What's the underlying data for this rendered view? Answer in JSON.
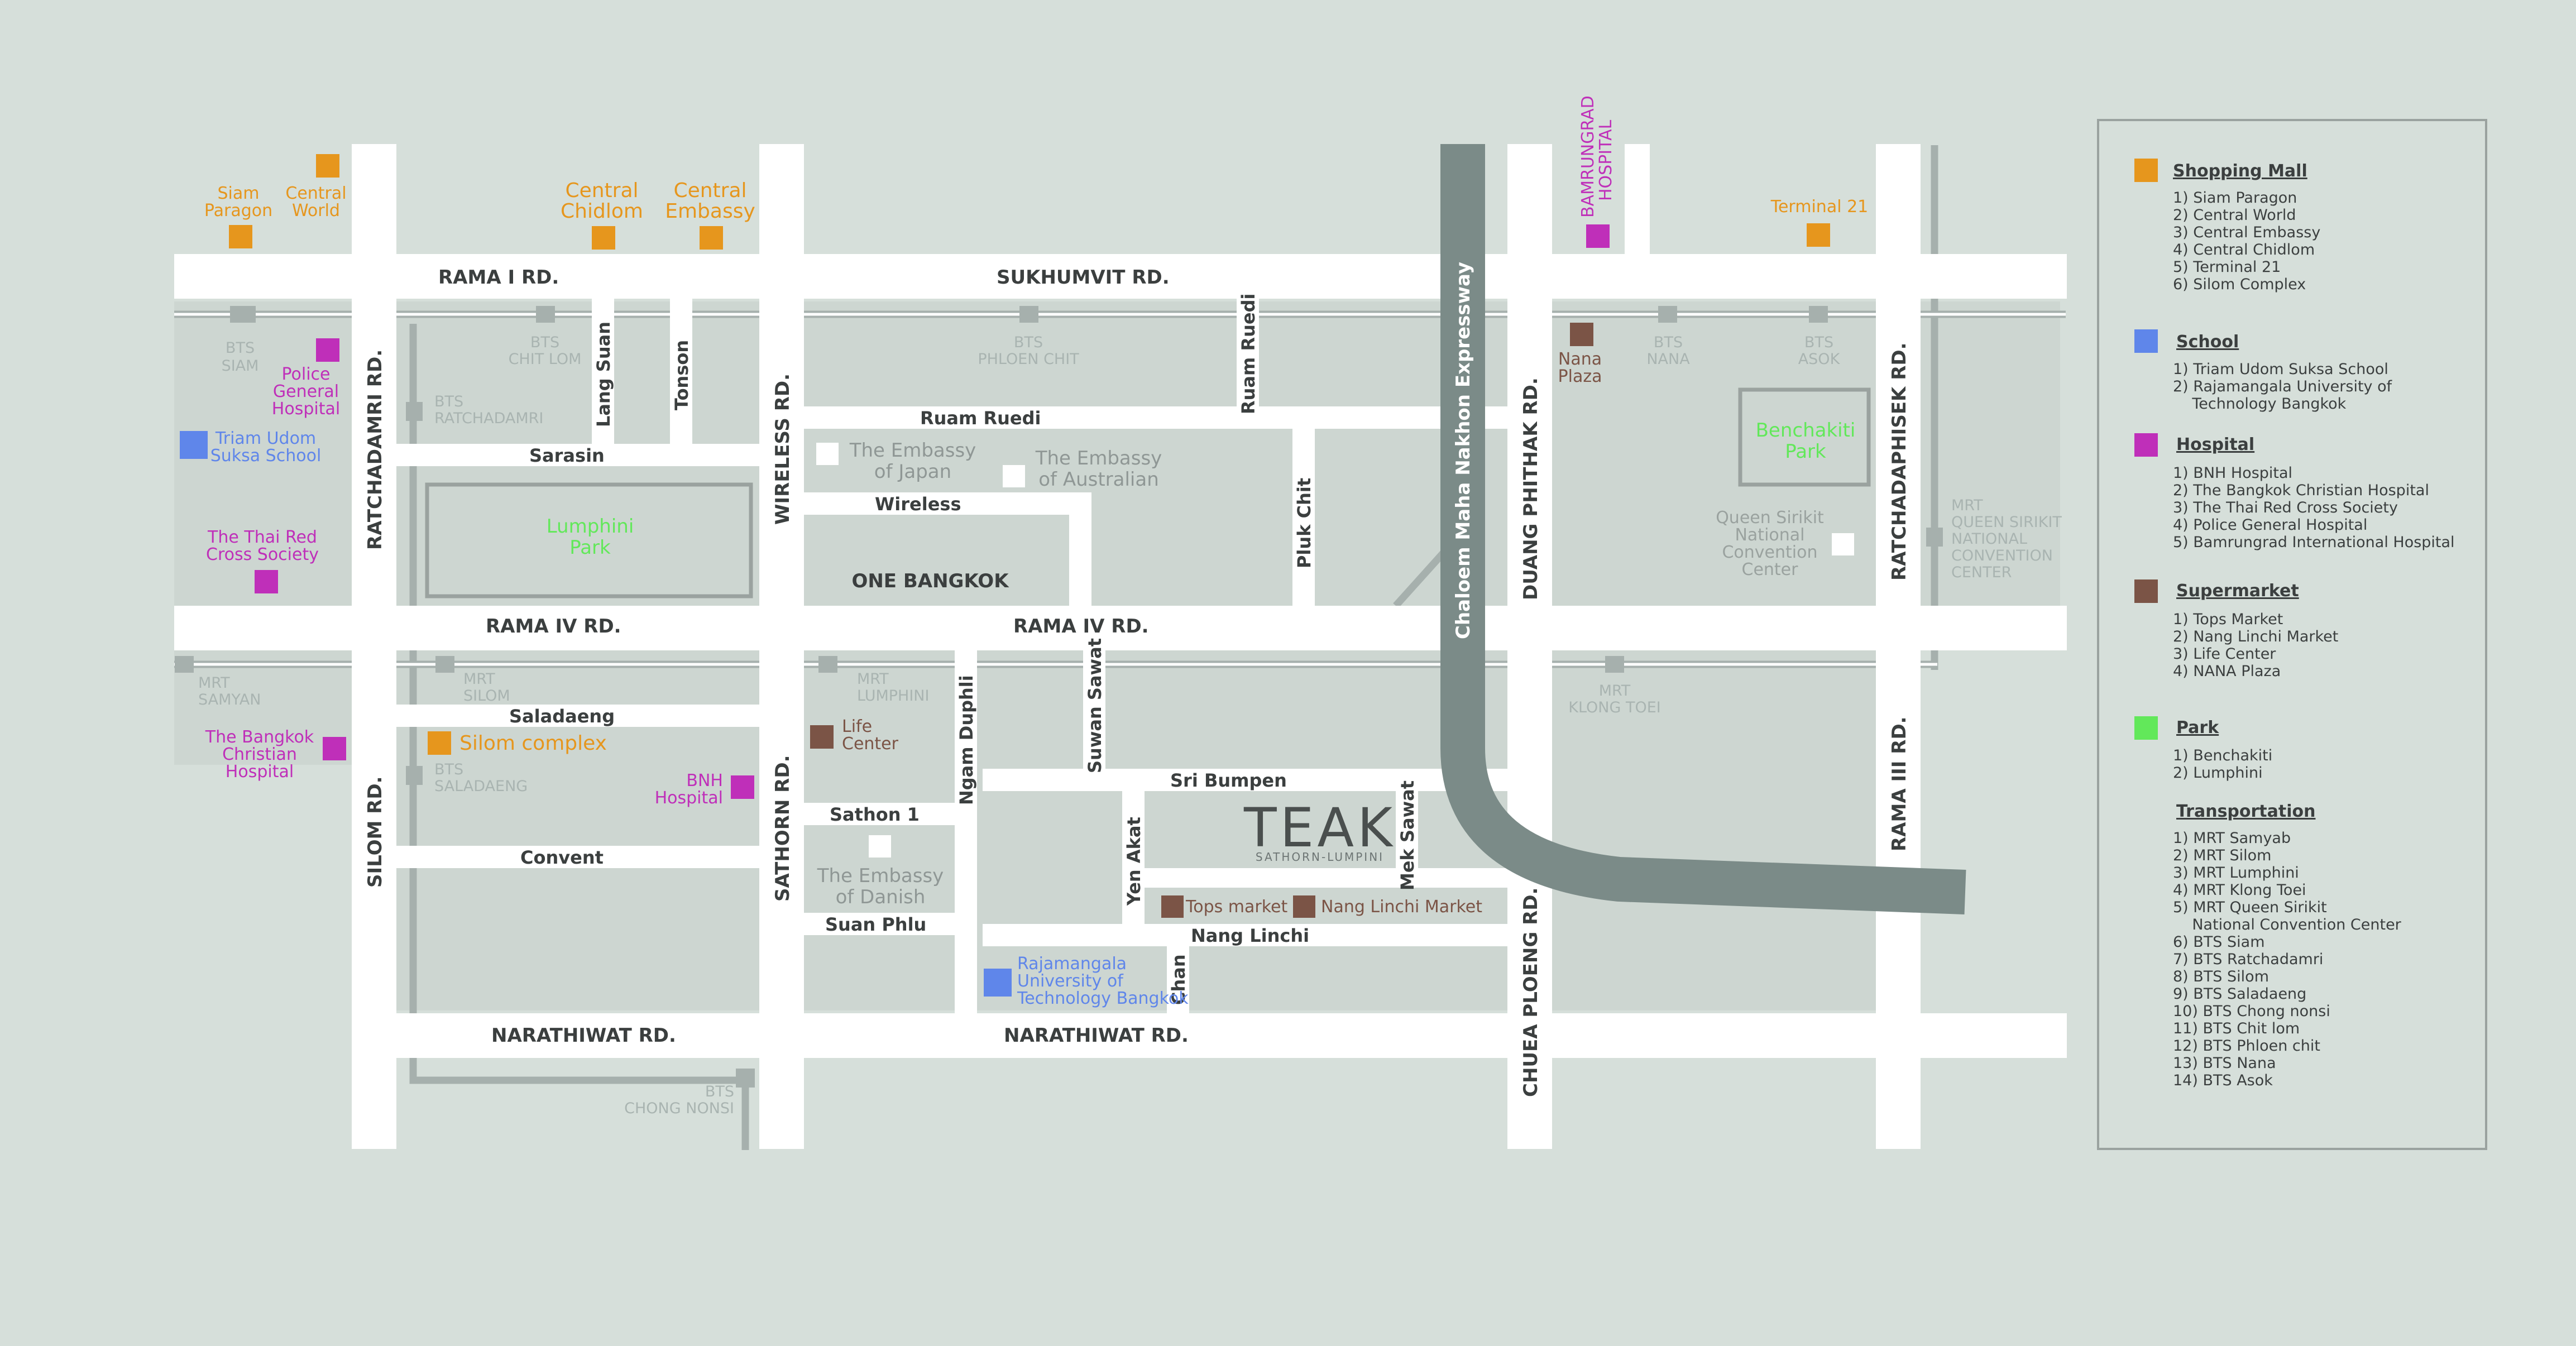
{
  "roads": {
    "rama1": "RAMA I RD.",
    "sukhumvit": "SUKHUMVIT RD.",
    "rama4_left": "RAMA IV RD.",
    "rama4_right": "RAMA IV RD.",
    "narathiwat_left": "NARATHIWAT RD.",
    "narathiwat_right": "NARATHIWAT RD.",
    "ratchadamri": "RATCHADAMRI RD.",
    "silom": "SILOM RD.",
    "wireless_rd": "WIRELESS RD.",
    "sathorn": "SATHORN RD.",
    "duang_phithak": "DUANG PHITHAK RD.",
    "chuea_ploeng": "CHUEA PLOENG RD.",
    "ratchadaphisek": "RATCHADAPHISEK RD.",
    "rama3": "RAMA III RD.",
    "expressway": "Chaloem Maha Nakhon Expressway",
    "lang_suan": "Lang Suan",
    "tonson": "Tonson",
    "sarasin": "Sarasin",
    "ruam_ruedi_h": "Ruam Ruedi",
    "ruam_ruedi_v": "Ruam Ruedi",
    "wireless": "Wireless",
    "pluk_chit": "Pluk Chit",
    "saladaeng": "Saladaeng",
    "convent": "Convent",
    "ngam_duphli": "Ngam Duphli",
    "suwan_sawat": "Suwan Sawat",
    "sri_bumpen": "Sri Bumpen",
    "sathon1": "Sathon 1",
    "suan_phlu": "Suan Phlu",
    "yen_akat": "Yen Akat",
    "mek_sawat": "Mek Sawat",
    "nang_linchi": "Nang Linchi",
    "chan": "Chan"
  },
  "places": {
    "one_bangkok": "ONE BANGKOK",
    "embassy_japan": [
      "The Embassy",
      "of Japan"
    ],
    "embassy_australian": [
      "The Embassy",
      "of Australian"
    ],
    "embassy_danish": [
      "The Embassy",
      "of Danish"
    ],
    "lumphini_park": [
      "Lumphini",
      "Park"
    ],
    "benchakiti_park": [
      "Benchakiti",
      "Park"
    ],
    "qsncc": [
      "Queen Sirikit",
      "National",
      "Convention",
      "Center"
    ],
    "siam_paragon": [
      "Siam",
      "Paragon"
    ],
    "central_world": [
      "Central",
      "World"
    ],
    "central_chidlom": [
      "Central",
      "Chidlom"
    ],
    "central_embassy": [
      "Central",
      "Embassy"
    ],
    "terminal21": "Terminal 21",
    "silom_complex": "Silom complex",
    "bamrungrad": [
      "BAMRUNGRAD",
      "HOSPITAL"
    ],
    "police_hospital": [
      "Police",
      "General",
      "Hospital"
    ],
    "red_cross": [
      "The Thai Red",
      "Cross Society"
    ],
    "bangkok_christian": [
      "The Bangkok",
      "Christian",
      "Hospital"
    ],
    "bnh": [
      "BNH",
      "Hospital"
    ],
    "triam_udom": [
      "Triam Udom",
      "Suksa School"
    ],
    "rajamangala": [
      "Rajamangala",
      "University of",
      "Technology Bangkok"
    ],
    "life_center": [
      "Life",
      "Center"
    ],
    "nana_plaza": [
      "Nana",
      "Plaza"
    ],
    "tops_market": "Tops market",
    "nang_linchi_market": "Nang Linchi Market"
  },
  "stations": {
    "bts_siam": [
      "BTS",
      "SIAM"
    ],
    "bts_chit_lom": [
      "BTS",
      "CHIT LOM"
    ],
    "bts_ratchadamri": [
      "BTS",
      "RATCHADAMRI"
    ],
    "bts_phloen_chit": [
      "BTS",
      "PHLOEN CHIT"
    ],
    "bts_nana": [
      "BTS",
      "NANA"
    ],
    "bts_asok": [
      "BTS",
      "ASOK"
    ],
    "bts_saladaeng": [
      "BTS",
      "SALADAENG"
    ],
    "bts_chong_nonsi": [
      "BTS",
      "CHONG NONSI"
    ],
    "mrt_samyan": [
      "MRT",
      "SAMYAN"
    ],
    "mrt_silom": [
      "MRT",
      "SILOM"
    ],
    "mrt_lumphini": [
      "MRT",
      "LUMPHINI"
    ],
    "mrt_klong_toei": [
      "MRT",
      "KLONG TOEI"
    ],
    "mrt_qsncc": [
      "MRT",
      "QUEEN SIRIKIT",
      "NATIONAL",
      "CONVENTION",
      "CENTER"
    ]
  },
  "project": {
    "name": "TEAK",
    "sub": "SATHORN-LUMPINI"
  },
  "colors": {
    "background": "#d6dfda",
    "road": "#ffffff",
    "block": "#cdd6d1",
    "rail": "#a6b0ad",
    "expressway": "#7b8b88",
    "mall": "#e6961d",
    "school": "#5f86ea",
    "hospital": "#bf2fb9",
    "supermarket": "#7b5446",
    "park": "#62e85a"
  },
  "legend": {
    "mall": {
      "title": "Shopping Mall",
      "items": [
        "1) Siam Paragon",
        "2) Central World",
        "3) Central Embassy",
        "4) Central Chidlom",
        "5) Terminal 21",
        "6) Silom Complex"
      ]
    },
    "school": {
      "title": "School",
      "items": [
        "1) Triam Udom Suksa School",
        "2) Rajamangala University of",
        "    Technology Bangkok"
      ]
    },
    "hospital": {
      "title": "Hospital",
      "items": [
        "1) BNH Hospital",
        "2) The Bangkok Christian Hospital",
        "3) The Thai Red Cross Society",
        "4) Police General Hospital",
        "5) Bamrungrad International Hospital"
      ]
    },
    "supermarket": {
      "title": "Supermarket",
      "items": [
        "1) Tops Market",
        "2) Nang Linchi Market",
        "3) Life Center",
        "4) NANA Plaza"
      ]
    },
    "park": {
      "title": "Park",
      "items": [
        "1) Benchakiti",
        "2) Lumphini"
      ]
    },
    "transport": {
      "title": "Transportation",
      "items": [
        "1) MRT Samyab",
        "2) MRT Silom",
        "3) MRT Lumphini",
        "4) MRT Klong Toei",
        "5) MRT Queen Sirikit",
        "    National Convention Center",
        "6) BTS Siam",
        "7) BTS Ratchadamri",
        "8) BTS Silom",
        "9) BTS Saladaeng",
        "10) BTS Chong nonsi",
        "11) BTS Chit lom",
        "12) BTS Phloen chit",
        "13) BTS Nana",
        "14) BTS Asok"
      ]
    }
  }
}
